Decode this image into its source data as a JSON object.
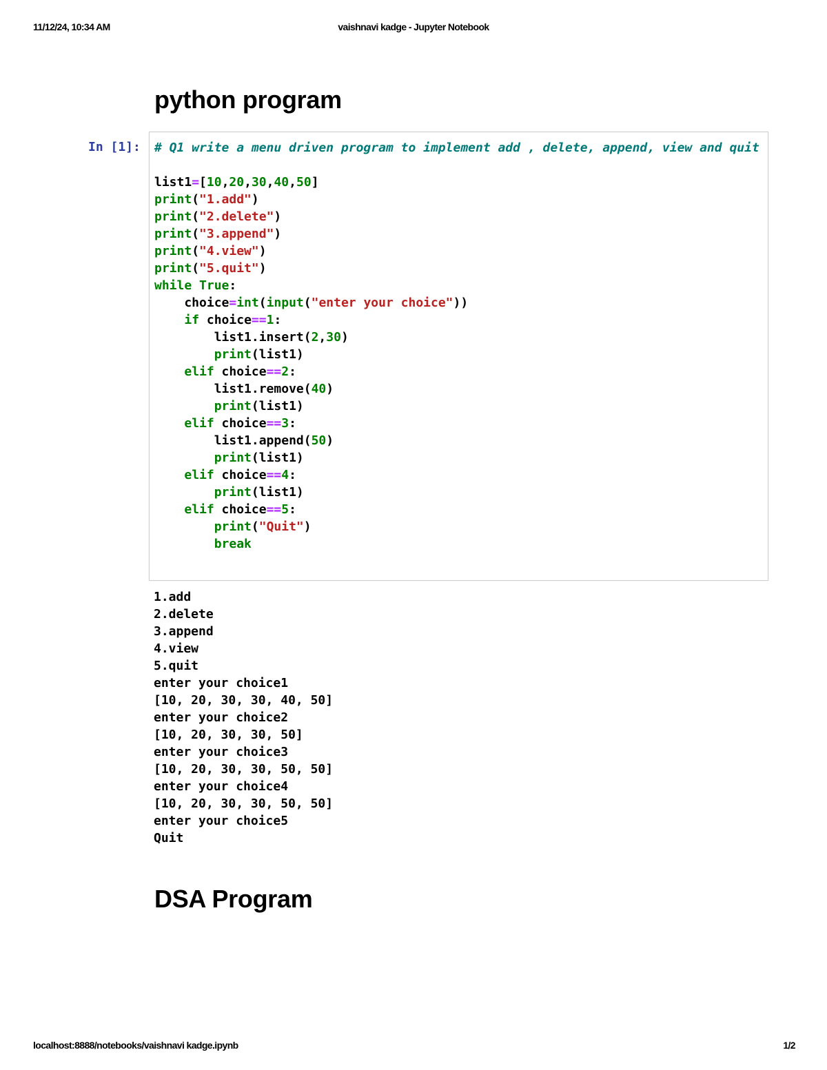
{
  "print_header": {
    "datetime": "11/12/24, 10:34 AM",
    "title": "vaishnavi kadge - Jupyter Notebook"
  },
  "print_footer": {
    "url": "localhost:8888/notebooks/vaishnavi kadge.ipynb",
    "page": "1/2"
  },
  "notebook": {
    "heading1": "python program",
    "cell": {
      "prompt": "In [1]:",
      "code_lines": [
        [
          {
            "t": "cm",
            "v": "# Q1 write a menu driven program to implement add , delete, append, view and quit"
          }
        ],
        [],
        [
          {
            "t": "",
            "v": "list1"
          },
          {
            "t": "op",
            "v": "="
          },
          {
            "t": "",
            "v": "["
          },
          {
            "t": "num",
            "v": "10"
          },
          {
            "t": "",
            "v": ","
          },
          {
            "t": "num",
            "v": "20"
          },
          {
            "t": "",
            "v": ","
          },
          {
            "t": "num",
            "v": "30"
          },
          {
            "t": "",
            "v": ","
          },
          {
            "t": "num",
            "v": "40"
          },
          {
            "t": "",
            "v": ","
          },
          {
            "t": "num",
            "v": "50"
          },
          {
            "t": "",
            "v": "]"
          }
        ],
        [
          {
            "t": "bi",
            "v": "print"
          },
          {
            "t": "",
            "v": "("
          },
          {
            "t": "str",
            "v": "\"1.add\""
          },
          {
            "t": "",
            "v": ")"
          }
        ],
        [
          {
            "t": "bi",
            "v": "print"
          },
          {
            "t": "",
            "v": "("
          },
          {
            "t": "str",
            "v": "\"2.delete\""
          },
          {
            "t": "",
            "v": ")"
          }
        ],
        [
          {
            "t": "bi",
            "v": "print"
          },
          {
            "t": "",
            "v": "("
          },
          {
            "t": "str",
            "v": "\"3.append\""
          },
          {
            "t": "",
            "v": ")"
          }
        ],
        [
          {
            "t": "bi",
            "v": "print"
          },
          {
            "t": "",
            "v": "("
          },
          {
            "t": "str",
            "v": "\"4.view\""
          },
          {
            "t": "",
            "v": ")"
          }
        ],
        [
          {
            "t": "bi",
            "v": "print"
          },
          {
            "t": "",
            "v": "("
          },
          {
            "t": "str",
            "v": "\"5.quit\""
          },
          {
            "t": "",
            "v": ")"
          }
        ],
        [
          {
            "t": "kw",
            "v": "while"
          },
          {
            "t": "",
            "v": " "
          },
          {
            "t": "kw",
            "v": "True"
          },
          {
            "t": "",
            "v": ":"
          }
        ],
        [
          {
            "t": "",
            "v": "    choice"
          },
          {
            "t": "op",
            "v": "="
          },
          {
            "t": "bi",
            "v": "int"
          },
          {
            "t": "",
            "v": "("
          },
          {
            "t": "bi",
            "v": "input"
          },
          {
            "t": "",
            "v": "("
          },
          {
            "t": "str",
            "v": "\"enter your choice\""
          },
          {
            "t": "",
            "v": "))"
          }
        ],
        [
          {
            "t": "",
            "v": "    "
          },
          {
            "t": "kw",
            "v": "if"
          },
          {
            "t": "",
            "v": " choice"
          },
          {
            "t": "op",
            "v": "=="
          },
          {
            "t": "num",
            "v": "1"
          },
          {
            "t": "",
            "v": ":"
          }
        ],
        [
          {
            "t": "",
            "v": "        list1.insert("
          },
          {
            "t": "num",
            "v": "2"
          },
          {
            "t": "",
            "v": ","
          },
          {
            "t": "num",
            "v": "30"
          },
          {
            "t": "",
            "v": ")"
          }
        ],
        [
          {
            "t": "",
            "v": "        "
          },
          {
            "t": "bi",
            "v": "print"
          },
          {
            "t": "",
            "v": "(list1)"
          }
        ],
        [
          {
            "t": "",
            "v": "    "
          },
          {
            "t": "kw",
            "v": "elif"
          },
          {
            "t": "",
            "v": " choice"
          },
          {
            "t": "op",
            "v": "=="
          },
          {
            "t": "num",
            "v": "2"
          },
          {
            "t": "",
            "v": ":"
          }
        ],
        [
          {
            "t": "",
            "v": "        list1.remove("
          },
          {
            "t": "num",
            "v": "40"
          },
          {
            "t": "",
            "v": ")"
          }
        ],
        [
          {
            "t": "",
            "v": "        "
          },
          {
            "t": "bi",
            "v": "print"
          },
          {
            "t": "",
            "v": "(list1)"
          }
        ],
        [
          {
            "t": "",
            "v": "    "
          },
          {
            "t": "kw",
            "v": "elif"
          },
          {
            "t": "",
            "v": " choice"
          },
          {
            "t": "op",
            "v": "=="
          },
          {
            "t": "num",
            "v": "3"
          },
          {
            "t": "",
            "v": ":"
          }
        ],
        [
          {
            "t": "",
            "v": "        list1.append("
          },
          {
            "t": "num",
            "v": "50"
          },
          {
            "t": "",
            "v": ")"
          }
        ],
        [
          {
            "t": "",
            "v": "        "
          },
          {
            "t": "bi",
            "v": "print"
          },
          {
            "t": "",
            "v": "(list1)"
          }
        ],
        [
          {
            "t": "",
            "v": "    "
          },
          {
            "t": "kw",
            "v": "elif"
          },
          {
            "t": "",
            "v": " choice"
          },
          {
            "t": "op",
            "v": "=="
          },
          {
            "t": "num",
            "v": "4"
          },
          {
            "t": "",
            "v": ":"
          }
        ],
        [
          {
            "t": "",
            "v": "        "
          },
          {
            "t": "bi",
            "v": "print"
          },
          {
            "t": "",
            "v": "(list1)"
          }
        ],
        [
          {
            "t": "",
            "v": "    "
          },
          {
            "t": "kw",
            "v": "elif"
          },
          {
            "t": "",
            "v": " choice"
          },
          {
            "t": "op",
            "v": "=="
          },
          {
            "t": "num",
            "v": "5"
          },
          {
            "t": "",
            "v": ":"
          }
        ],
        [
          {
            "t": "",
            "v": "        "
          },
          {
            "t": "bi",
            "v": "print"
          },
          {
            "t": "",
            "v": "("
          },
          {
            "t": "str",
            "v": "\"Quit\""
          },
          {
            "t": "",
            "v": ")"
          }
        ],
        [
          {
            "t": "",
            "v": "        "
          },
          {
            "t": "kw",
            "v": "break"
          }
        ]
      ],
      "output_lines": [
        "1.add",
        "2.delete",
        "3.append",
        "4.view",
        "5.quit",
        "enter your choice1",
        "[10, 20, 30, 30, 40, 50]",
        "enter your choice2",
        "[10, 20, 30, 30, 50]",
        "enter your choice3",
        "[10, 20, 30, 30, 50, 50]",
        "enter your choice4",
        "[10, 20, 30, 30, 50, 50]",
        "enter your choice5",
        "Quit"
      ]
    },
    "heading2": "DSA Program"
  },
  "colors": {
    "prompt": "#303f9f",
    "comment": "#007979",
    "keyword": "#008000",
    "string": "#ba2121",
    "operator": "#aa22ff",
    "cell_border": "#cfcfcf"
  }
}
